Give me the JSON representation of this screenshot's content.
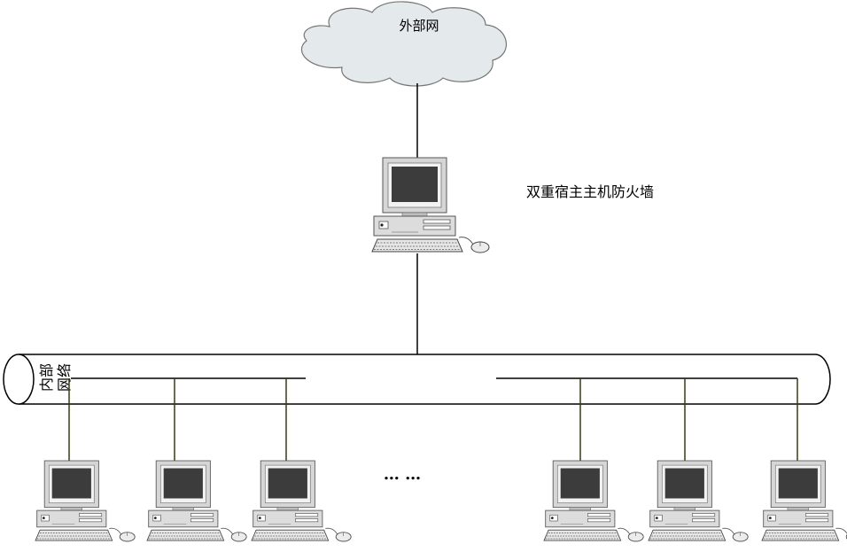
{
  "cloud": {
    "label": "外部网"
  },
  "firewall": {
    "label": "双重宿主主机防火墙"
  },
  "bus": {
    "label": "内部网络",
    "label_lines": [
      "内部",
      "网络"
    ]
  },
  "ellipsis": {
    "label": "… …"
  },
  "colors": {
    "cloud_fill": "#e4e9ec",
    "cloud_stroke": "#777777",
    "line": "#000000",
    "drop_line": "#3a3a10",
    "monitor_body": "#d6d6d6",
    "screen": "#3c3c3c"
  },
  "host_count": 6
}
